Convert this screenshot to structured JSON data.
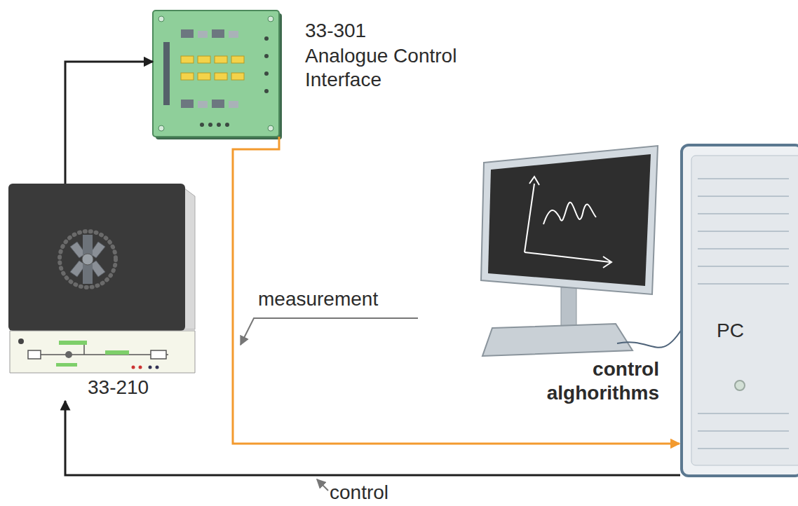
{
  "diagram": {
    "nodes": [
      {
        "text": [
          "33-301",
          "Analogue Control Interface"
        ]
      },
      {
        "text": [
          "33-210"
        ]
      },
      {
        "text": [
          "PC"
        ]
      }
    ],
    "edges": [
      {
        "from": 1,
        "to": 0,
        "arrow": "to"
      },
      {
        "from": 0,
        "to": 2,
        "label": "measurement",
        "arrow": "to"
      },
      {
        "from": 2,
        "to": 1,
        "label": "control",
        "arrow": "to"
      }
    ],
    "labels": [
      "control alghorithms"
    ]
  }
}
